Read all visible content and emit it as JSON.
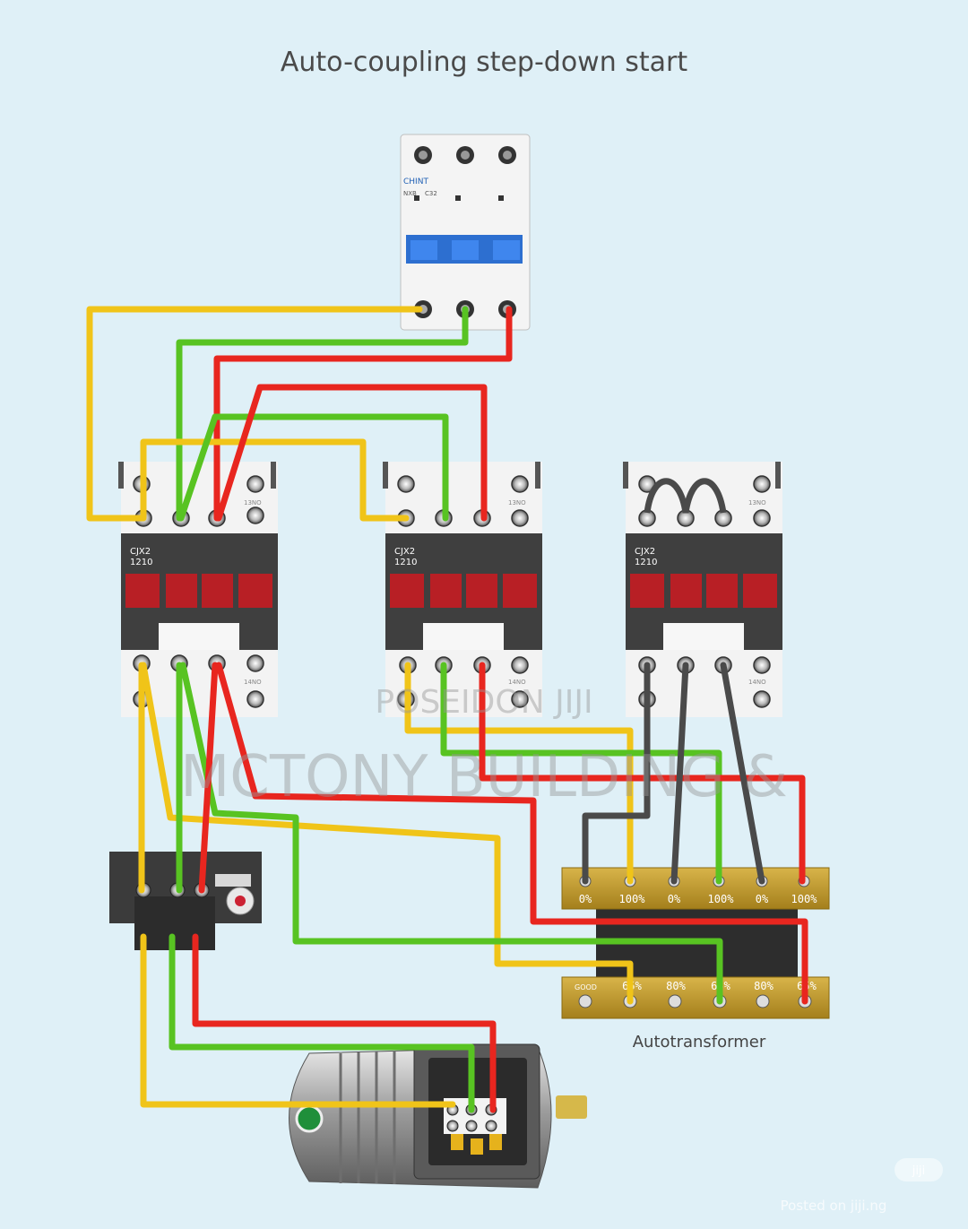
{
  "title": "Auto-coupling step-down start",
  "breaker": {
    "brand": "CHINT",
    "model": "NXB",
    "rating": "C32"
  },
  "contactors": [
    {
      "model_line1": "CJX2",
      "model_line2": "1210"
    },
    {
      "model_line1": "CJX2",
      "model_line2": "1210"
    },
    {
      "model_line1": "CJX2",
      "model_line2": "1210"
    }
  ],
  "contactor_aux": {
    "top": "13NO",
    "bottom": "14NO"
  },
  "autotransformer": {
    "label": "Autotransformer",
    "top_taps": [
      "0%",
      "100%",
      "0%",
      "100%",
      "0%",
      "100%"
    ],
    "bottom_taps": [
      "65%",
      "80%",
      "65%",
      "80%",
      "65%"
    ],
    "badge": "GOOD"
  },
  "watermarks": {
    "line1": "POSEIDON JIJI",
    "line2": "MCTONY BUILDING &",
    "corner_badge": "jiji",
    "corner_text": "Posted on jiji.ng"
  },
  "wire_colors": {
    "L1": "#f0c419",
    "L2": "#58c322",
    "L3": "#e8261f",
    "neutral_link": "#4a4a4a"
  }
}
